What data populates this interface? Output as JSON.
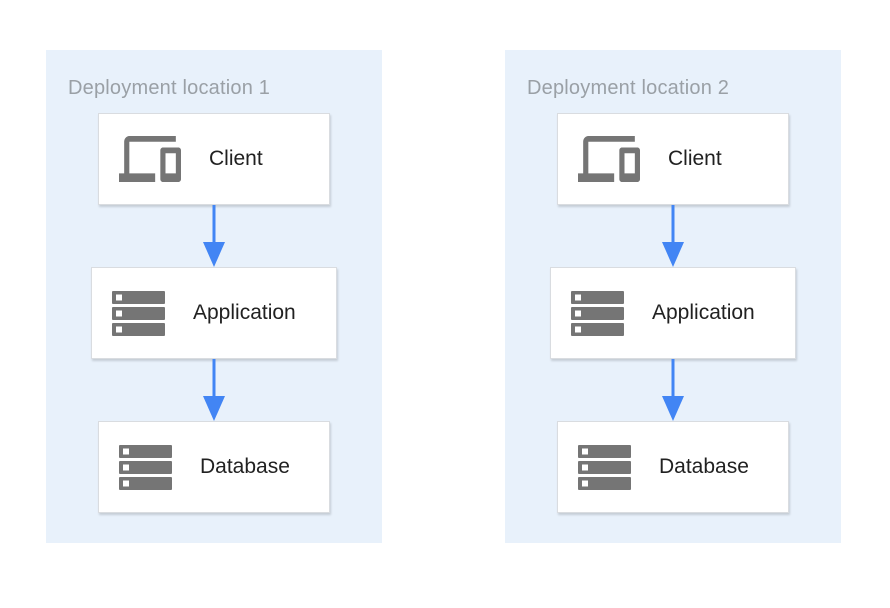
{
  "diagram": {
    "panels": [
      {
        "title": "Deployment location 1",
        "nodes": [
          {
            "label": "Client",
            "icon": "devices-icon"
          },
          {
            "label": "Application",
            "icon": "storage-icon"
          },
          {
            "label": "Database",
            "icon": "storage-icon"
          }
        ]
      },
      {
        "title": "Deployment location 2",
        "nodes": [
          {
            "label": "Client",
            "icon": "devices-icon"
          },
          {
            "label": "Application",
            "icon": "storage-icon"
          },
          {
            "label": "Database",
            "icon": "storage-icon"
          }
        ]
      }
    ],
    "connections": [
      {
        "from": "Client",
        "to": "Application",
        "direction": "down"
      },
      {
        "from": "Application",
        "to": "Database",
        "direction": "down"
      }
    ],
    "colors": {
      "panel_background": "#E8F1FB",
      "node_background": "#FFFFFF",
      "node_border": "#D9DCE0",
      "title_text": "#9AA0A6",
      "node_text": "#212121",
      "icon": "#757575",
      "arrow": "#4285F4"
    }
  }
}
